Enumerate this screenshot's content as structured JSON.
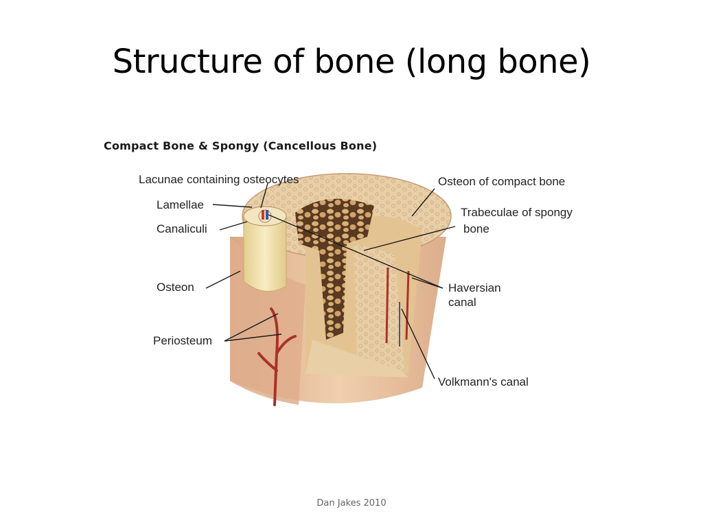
{
  "slide": {
    "title": "Structure of bone (long bone)",
    "footer": "Dan Jakes 2010"
  },
  "figure": {
    "heading": "Compact Bone & Spongy (Cancellous Bone)",
    "labels": {
      "lacunae": "Lacunae containing osteocytes",
      "lamellae": "Lamellae",
      "canaliculi": "Canaliculi",
      "osteon": "Osteon",
      "periosteum": "Periosteum",
      "osteon_compact": "Osteon of compact bone",
      "trabeculae_1": "Trabeculae of  spongy",
      "trabeculae_2": "bone",
      "haversian_1": "Haversian",
      "haversian_2": "canal",
      "volkmann": "Volkmann's canal"
    }
  },
  "colors": {
    "bone_outer": "#e9c8a3",
    "bone_top": "#ead9b6",
    "spongy": "#c89a5e",
    "osteon": "#f1e2ab",
    "vessel_red": "#a8322a",
    "vessel_blue": "#3658a8"
  }
}
